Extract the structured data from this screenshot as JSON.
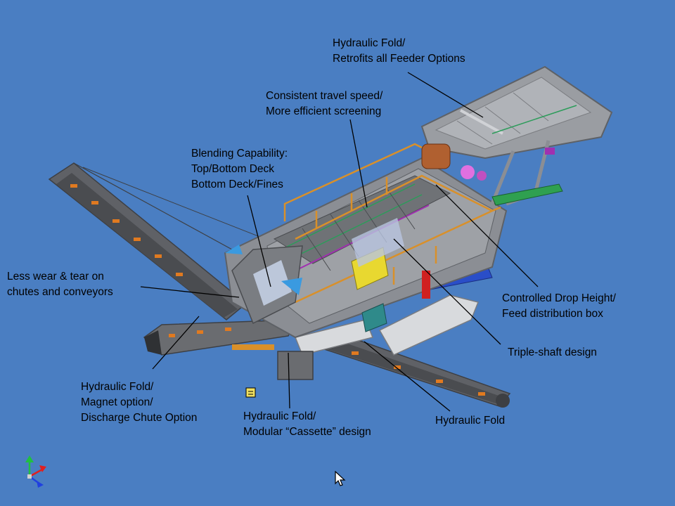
{
  "colors": {
    "background": "#4a7ec2",
    "frame": "#8b8e94",
    "frame_dark": "#5e6166",
    "accent_orange": "#d9902a",
    "conveyor": "#6a6c70",
    "leader": "#000000"
  },
  "callouts": {
    "hydraulic_fold_feeder": {
      "line1": "Hydraulic Fold/",
      "line2": "Retrofits all Feeder Options"
    },
    "consistent_travel": {
      "line1": "Consistent travel speed/",
      "line2": "More efficient screening"
    },
    "blending": {
      "line1": "Blending Capability:",
      "line2": "Top/Bottom Deck",
      "line3": "Bottom Deck/Fines"
    },
    "less_wear": {
      "line1": "Less wear & tear on",
      "line2": "chutes and conveyors"
    },
    "controlled_drop": {
      "line1": "Controlled Drop Height/",
      "line2": "Feed distribution box"
    },
    "triple_shaft": {
      "line1": "Triple-shaft design"
    },
    "hydraulic_fold_magnet": {
      "line1": "Hydraulic Fold/",
      "line2": "Magnet option/",
      "line3": "Discharge Chute Option"
    },
    "hydraulic_fold_cassette": {
      "line1": "Hydraulic Fold/",
      "line2": "Modular “Cassette” design"
    },
    "hydraulic_fold_plain": {
      "line1": "Hydraulic Fold"
    }
  },
  "icons": [
    "machine-illustration",
    "axis-triad-icon",
    "mouse-cursor-icon",
    "note-icon"
  ]
}
